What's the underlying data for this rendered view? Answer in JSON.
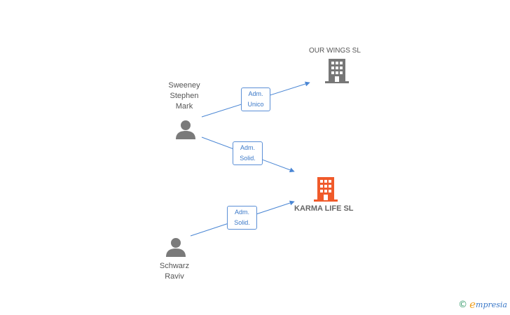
{
  "nodes": {
    "sweeney": {
      "label": "Sweeney\nStephen\nMark",
      "type": "person"
    },
    "schwarz": {
      "label": "Schwarz\nRaviv",
      "type": "person"
    },
    "our_wings": {
      "label": "OUR WINGS SL",
      "type": "company"
    },
    "karma_life": {
      "label": "KARMA LIFE SL",
      "type": "company",
      "highlight": true
    }
  },
  "edges": [
    {
      "from": "sweeney",
      "to": "our_wings",
      "line1": "Adm.",
      "line2": "Unico"
    },
    {
      "from": "sweeney",
      "to": "karma_life",
      "line1": "Adm.",
      "line2": "Solid."
    },
    {
      "from": "schwarz",
      "to": "karma_life",
      "line1": "Adm.",
      "line2": "Solid."
    }
  ],
  "colors": {
    "edge": "#4a86d4",
    "company": "#777777",
    "company_highlight": "#f05a2a",
    "person": "#7a7a7a"
  },
  "watermark": {
    "symbol": "©",
    "initial": "e",
    "rest": "mpresia"
  }
}
